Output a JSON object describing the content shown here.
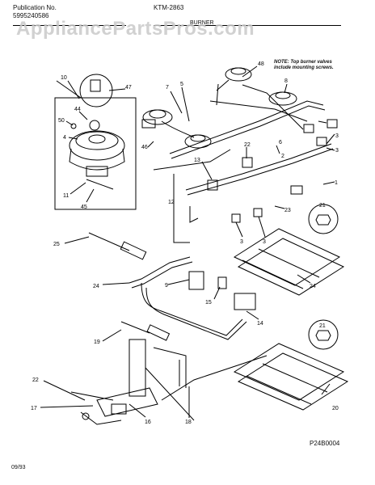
{
  "header": {
    "publication_label": "Publication No.",
    "publication_number": "5995240586",
    "model": "KTM-2863",
    "section_title": "BURNER"
  },
  "watermark": "AppliancePartsPros.com",
  "note": {
    "line1": "NOTE: Top burner valves",
    "line2": "include mounting screws."
  },
  "figure_code": "P24B0004",
  "date_code": "09/93",
  "callouts": [
    "1",
    "2",
    "3",
    "4",
    "5",
    "6",
    "7",
    "8",
    "9",
    "10",
    "11",
    "12",
    "13",
    "14",
    "15",
    "16",
    "17",
    "18",
    "19",
    "20",
    "21",
    "22",
    "23",
    "24",
    "25",
    "28",
    "44",
    "45",
    "46",
    "47",
    "48",
    "50"
  ]
}
